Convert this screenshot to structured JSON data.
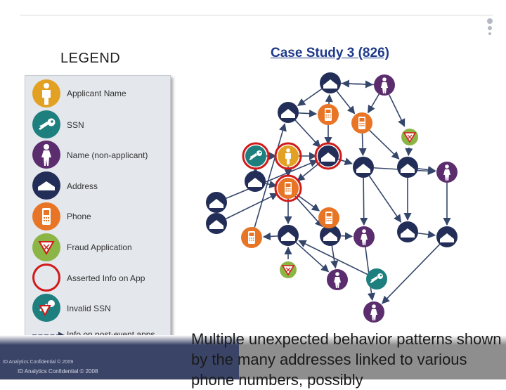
{
  "legend": {
    "title": "LEGEND",
    "items": [
      {
        "label": "Applicant Name",
        "icon": "applicant-icon"
      },
      {
        "label": "SSN",
        "icon": "key-icon"
      },
      {
        "label": "Name (non-applicant)",
        "icon": "person-icon"
      },
      {
        "label": "Address",
        "icon": "house-icon"
      },
      {
        "label": "Phone",
        "icon": "phone-icon"
      },
      {
        "label": "Fraud Application",
        "icon": "fraud-icon"
      },
      {
        "label": "Asserted Info on App",
        "icon": "asserted-ring-icon"
      },
      {
        "label": "Invalid SSN",
        "icon": "invalid-ssn-icon"
      },
      {
        "label": "Info on post-event apps",
        "icon": "dashed-arrow-icon"
      }
    ]
  },
  "case_title": "Case Study 3 (826)",
  "caption": "Multiple unexpected behavior patterns shown by the many addresses linked to various phone numbers, possibly",
  "confidential": [
    "ID Analytics Confidential © 2009",
    "ID Analytics Confidential © 2008"
  ],
  "colors": {
    "applicant": "#e3a124",
    "ssn": "#1e7f7f",
    "person": "#5c2d6e",
    "address": "#232e58",
    "phone": "#e77525",
    "fraud": "#8bb545",
    "asserted": "#d11a1a",
    "edge": "#35466b"
  }
}
